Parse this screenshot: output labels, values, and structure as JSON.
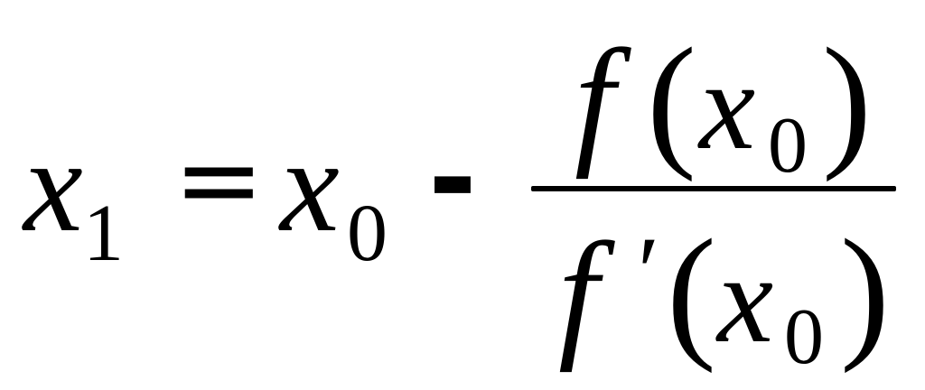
{
  "formula": {
    "lhs_var": "x",
    "lhs_sub": "1",
    "equals": "=",
    "rhs_var": "x",
    "rhs_sub": "0",
    "minus": "-",
    "numerator": {
      "func": "f",
      "open_paren": "(",
      "var": "x",
      "sub": "0",
      "close_paren": ")"
    },
    "denominator": {
      "func": "f",
      "prime": "′",
      "open_paren": "(",
      "var": "x",
      "sub": "0",
      "close_paren": ")"
    }
  }
}
